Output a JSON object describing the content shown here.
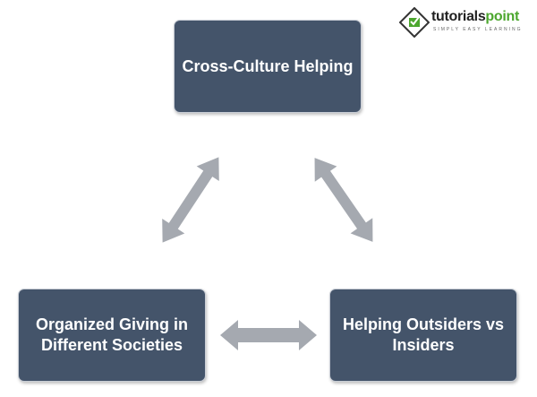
{
  "nodes": [
    {
      "label": "Cross-Culture Helping"
    },
    {
      "label": "Organized Giving in Different Societies"
    },
    {
      "label": "Helping Outsiders vs Insiders"
    }
  ],
  "edges": [
    {
      "from": "Cross-Culture Helping",
      "to": "Organized Giving in Different Societies",
      "type": "bidirectional"
    },
    {
      "from": "Cross-Culture Helping",
      "to": "Helping Outsiders vs Insiders",
      "type": "bidirectional"
    },
    {
      "from": "Organized Giving in Different Societies",
      "to": "Helping Outsiders vs Insiders",
      "type": "bidirectional"
    }
  ],
  "logo": {
    "name": "tutorialspoint",
    "tagline": "SIMPLY EASY LEARNING"
  },
  "colors": {
    "box": "#44546a",
    "arrow": "#a5a9b0",
    "text": "#ffffff"
  }
}
